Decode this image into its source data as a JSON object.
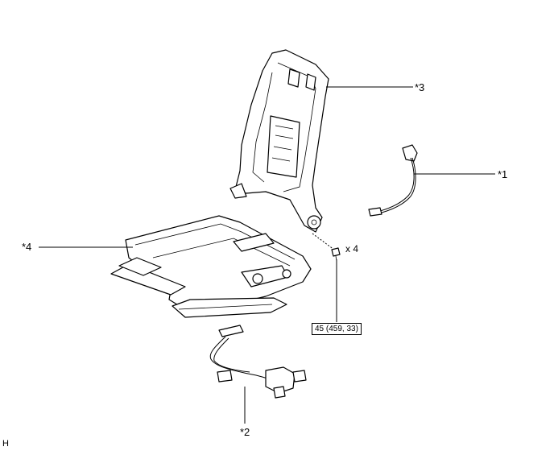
{
  "callouts": {
    "c1": "*1",
    "c2": "*2",
    "c3": "*3",
    "c4": "*4"
  },
  "quantity": "x 4",
  "torque": "45 (459, 33)",
  "corner_code": "H"
}
